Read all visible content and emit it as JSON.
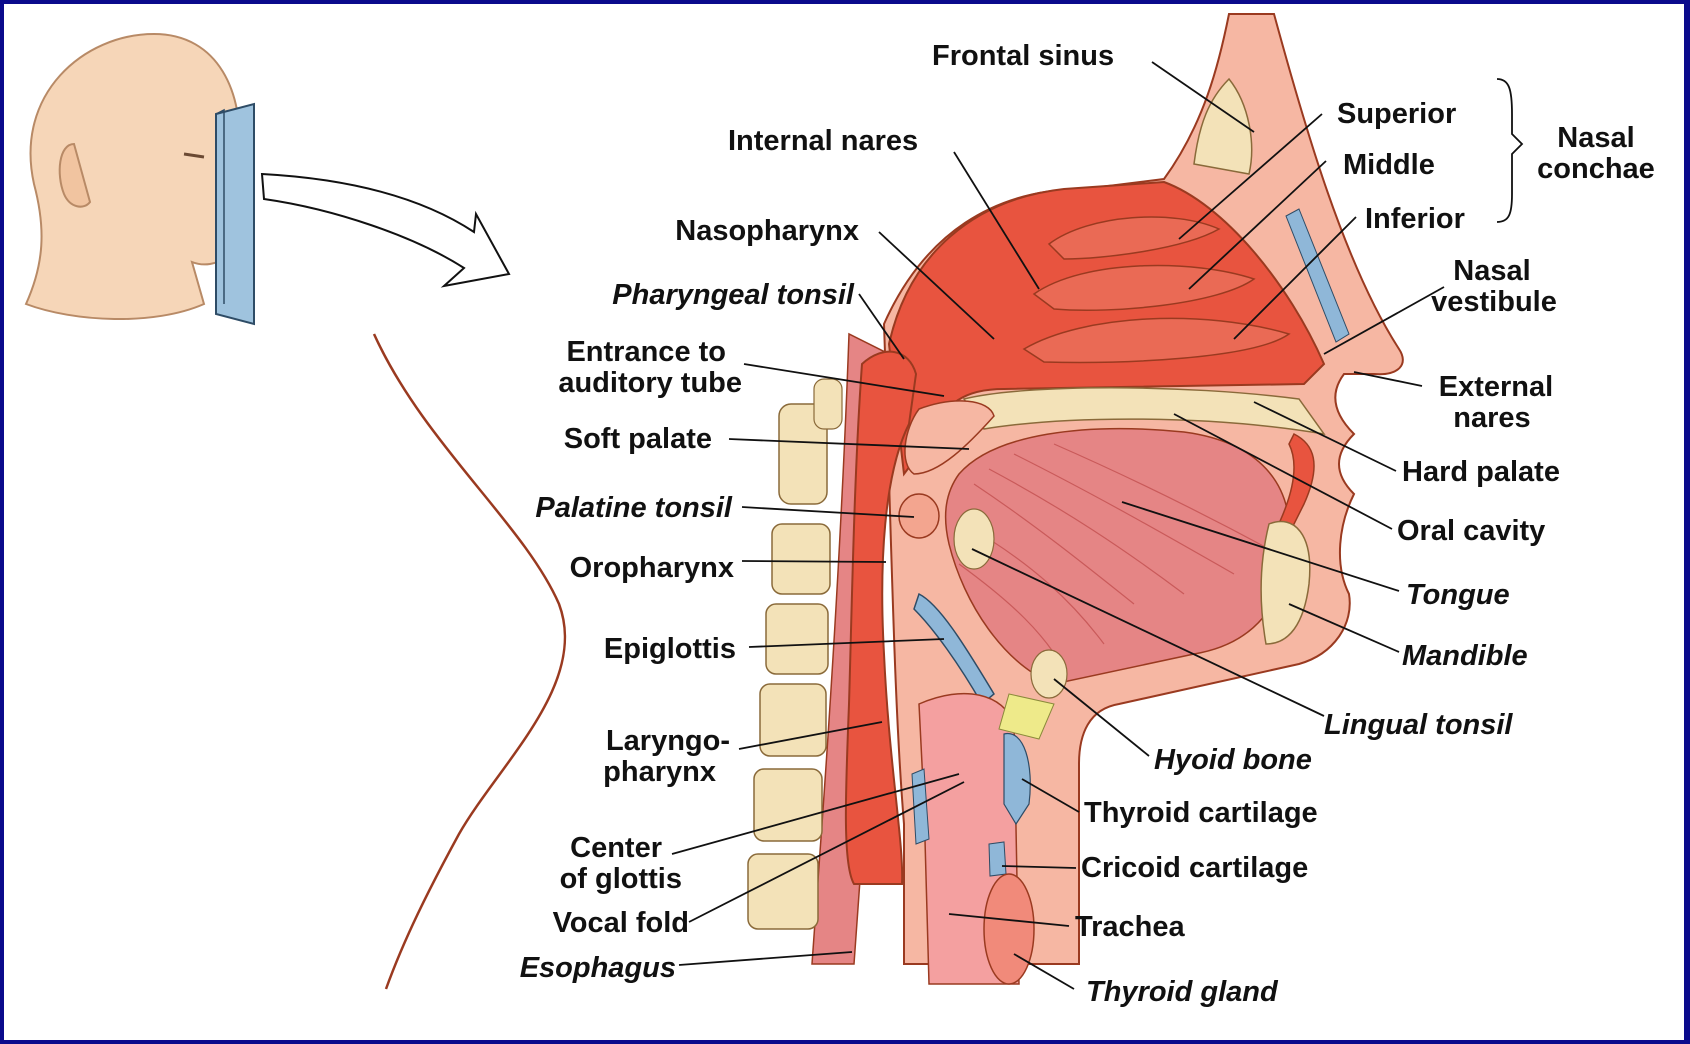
{
  "colors": {
    "frame": "#0a0a8c",
    "background": "#ffffff",
    "tissue": "#e8543f",
    "tissue_light": "#f6b7a3",
    "muscle": "#e58585",
    "bone": "#f3e2b8",
    "cartilage": "#8fb7d8",
    "skin": "#f6d6b8",
    "leader": "#111111"
  },
  "labels": {
    "frontal_sinus": "Frontal sinus",
    "internal_nares": "Internal nares",
    "nasopharynx": "Nasopharynx",
    "pharyngeal_tonsil": "Pharyngeal tonsil",
    "entrance_line1": "Entrance to",
    "entrance_line2": "auditory tube",
    "soft_palate": "Soft palate",
    "palatine_tonsil": "Palatine tonsil",
    "oropharynx": "Oropharynx",
    "epiglottis": "Epiglottis",
    "laryngo_line1": "Laryngo-",
    "laryngo_line2": "pharynx",
    "glottis_line1": "Center",
    "glottis_line2": "of glottis",
    "vocal_fold": "Vocal fold",
    "esophagus": "Esophagus",
    "superior": "Superior",
    "middle": "Middle",
    "inferior": "Inferior",
    "conchae_line1": "Nasal",
    "conchae_line2": "conchae",
    "vestibule_line1": "Nasal",
    "vestibule_line2": "vestibule",
    "ext_nares_line1": "External",
    "ext_nares_line2": "nares",
    "hard_palate": "Hard palate",
    "oral_cavity": "Oral cavity",
    "tongue": "Tongue",
    "mandible": "Mandible",
    "lingual_tonsil": "Lingual tonsil",
    "hyoid_bone": "Hyoid bone",
    "thyroid_cartilage": "Thyroid cartilage",
    "cricoid_cartilage": "Cricoid cartilage",
    "trachea": "Trachea",
    "thyroid_gland": "Thyroid gland"
  }
}
